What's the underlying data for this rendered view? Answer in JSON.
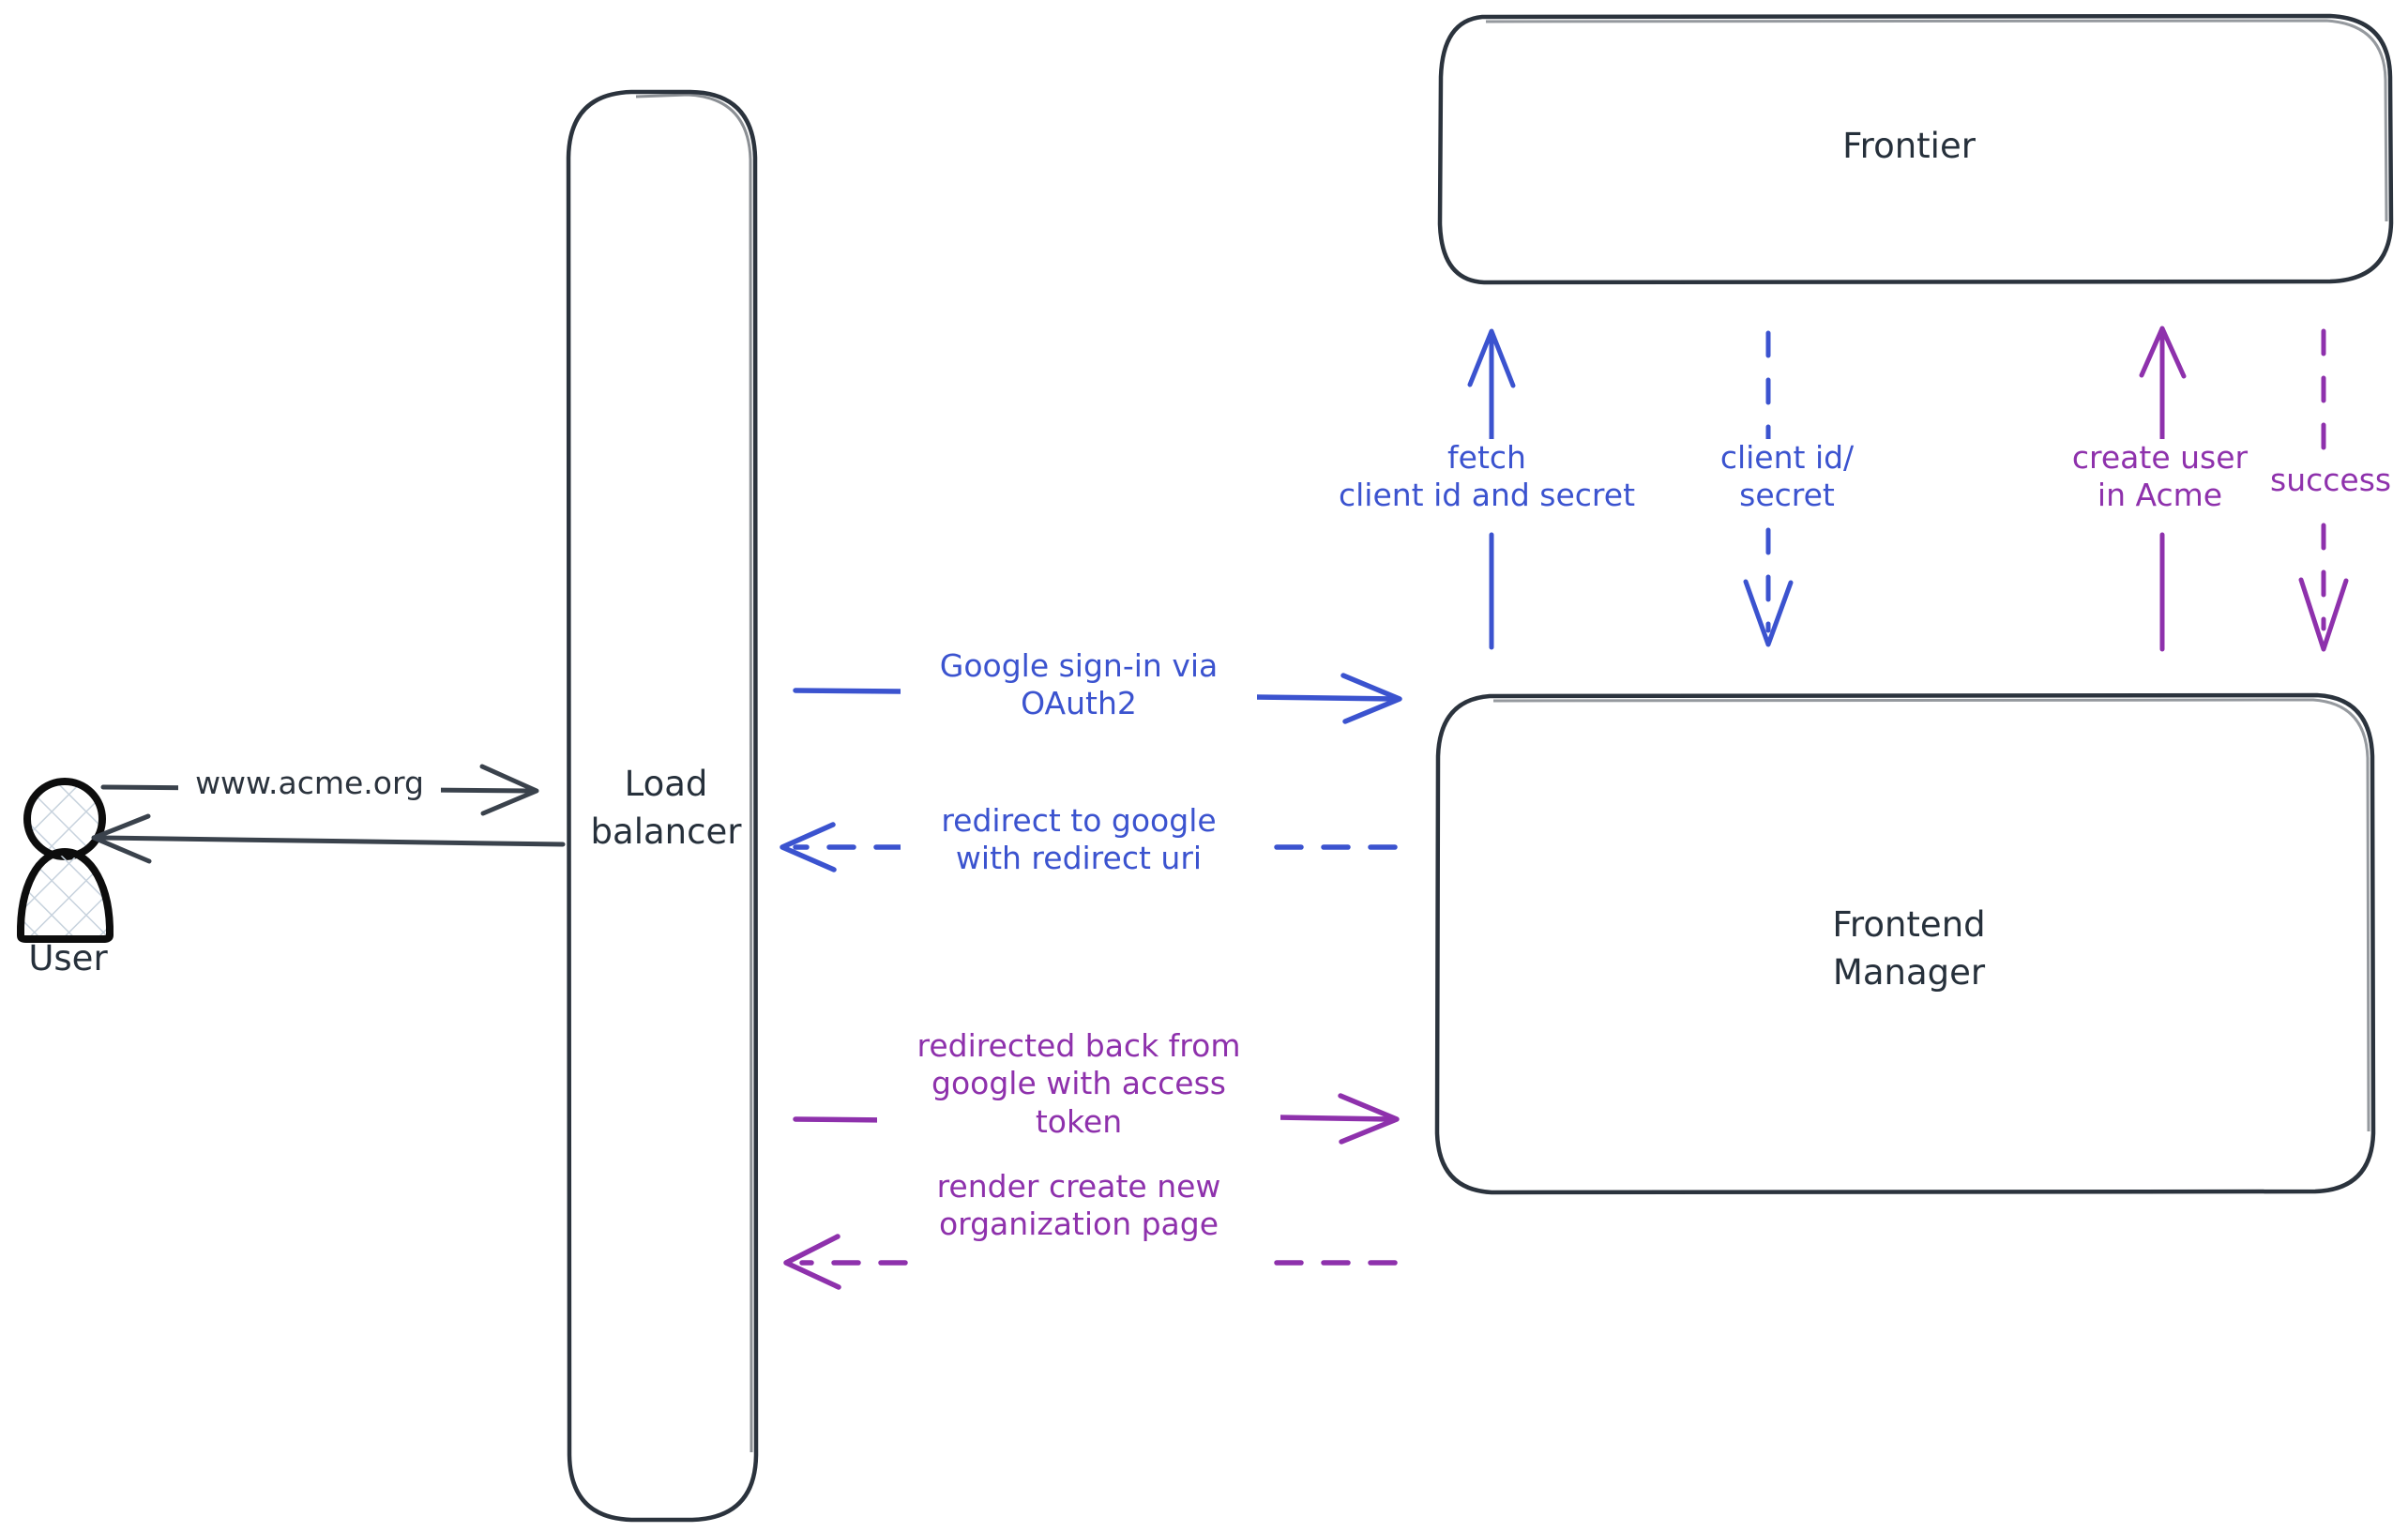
{
  "diagram": {
    "title": "OAuth2 Google sign-in sequence diagram",
    "background": "#ffffff",
    "colors": {
      "node_stroke": "#2b333d",
      "node_label": "#26303b",
      "blue_edge": "#3b53cf",
      "purple_edge": "#8e31ac",
      "dark_edge": "#3a424c",
      "user_hatch": "#c7d2dd"
    }
  },
  "nodes": [
    {
      "id": "user",
      "label": "User",
      "shape": "actor-figure"
    },
    {
      "id": "lb",
      "label": "Load\nbalancer",
      "shape": "rounded-rect"
    },
    {
      "id": "frontier",
      "label": "Frontier",
      "shape": "rounded-rect"
    },
    {
      "id": "fem",
      "label": "Frontend\nManager",
      "shape": "rounded-rect"
    }
  ],
  "edges": [
    {
      "id": "user-to-lb",
      "label": "www.acme.org",
      "from": "user",
      "to": "lb",
      "direction": "right",
      "style": "solid",
      "color": "dark"
    },
    {
      "id": "lb-to-user",
      "label": "",
      "from": "lb",
      "to": "user",
      "direction": "left",
      "style": "solid",
      "color": "dark"
    },
    {
      "id": "lb-to-fem-signin",
      "label": "Google sign-in via\nOAuth2",
      "from": "lb",
      "to": "fem",
      "direction": "right",
      "style": "solid",
      "color": "blue"
    },
    {
      "id": "fem-to-lb-redirect",
      "label": "redirect to google\nwith redirect uri",
      "from": "fem",
      "to": "lb",
      "direction": "left",
      "style": "dashed",
      "color": "blue"
    },
    {
      "id": "fem-to-frontier-fetch",
      "label": "fetch\nclient id and secret",
      "from": "fem",
      "to": "frontier",
      "direction": "up",
      "style": "solid",
      "color": "blue"
    },
    {
      "id": "frontier-to-fem-creds",
      "label": "client id/\nsecret",
      "from": "frontier",
      "to": "fem",
      "direction": "down",
      "style": "dashed",
      "color": "blue"
    },
    {
      "id": "fem-to-frontier-create",
      "label": "create user\nin Acme",
      "from": "fem",
      "to": "frontier",
      "direction": "up",
      "style": "solid",
      "color": "purple"
    },
    {
      "id": "frontier-to-fem-success",
      "label": "success",
      "from": "frontier",
      "to": "fem",
      "direction": "down",
      "style": "dashed",
      "color": "purple"
    },
    {
      "id": "lb-to-fem-token",
      "label": "redirected back from\ngoogle with access\ntoken",
      "from": "lb",
      "to": "fem",
      "direction": "right",
      "style": "solid",
      "color": "purple"
    },
    {
      "id": "fem-to-lb-render",
      "label": "render create new\norganization page",
      "from": "fem",
      "to": "lb",
      "direction": "left",
      "style": "dashed",
      "color": "purple"
    }
  ]
}
